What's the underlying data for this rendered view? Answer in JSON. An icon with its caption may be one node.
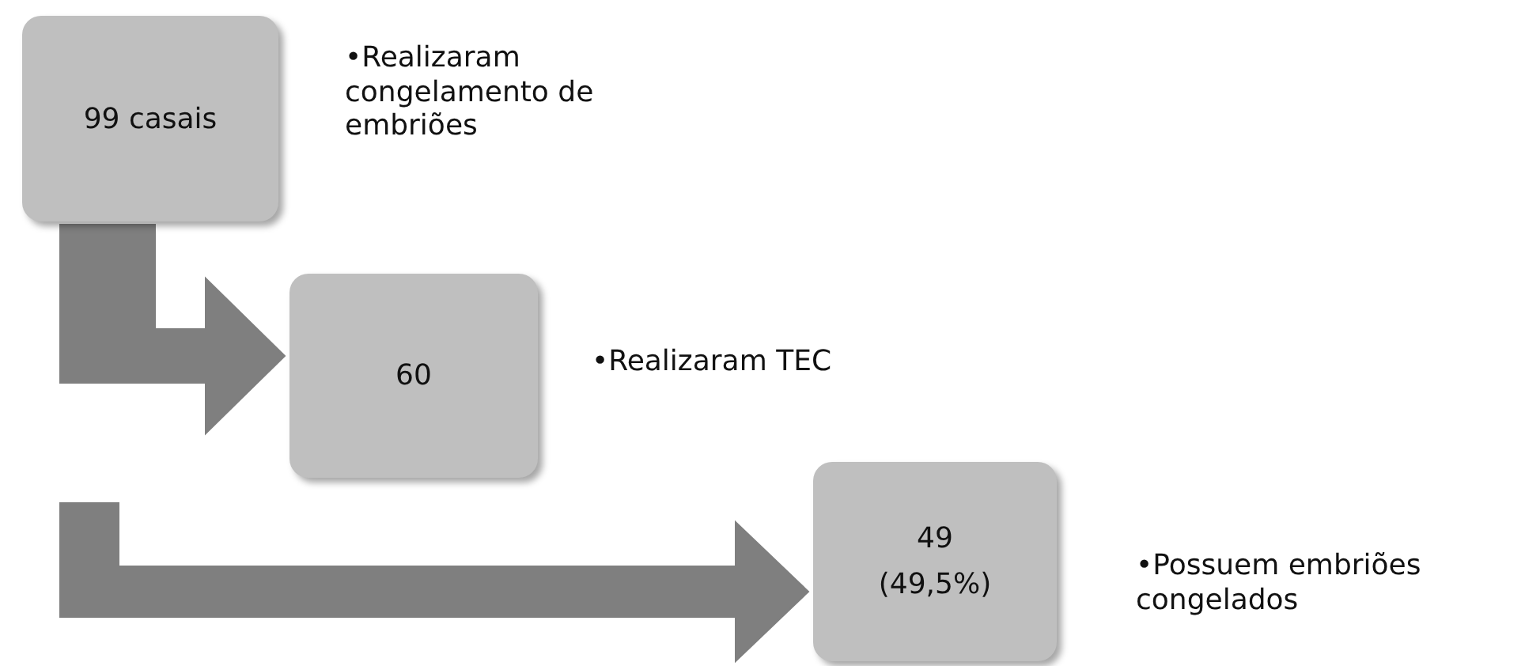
{
  "diagram": {
    "nodes": [
      {
        "text": [
          "99 casais"
        ],
        "beside": [
          "•Realizaram congelamento de embriões"
        ]
      },
      {
        "text": [
          "60"
        ],
        "beside": [
          "•Realizaram TEC"
        ]
      },
      {
        "text": [
          "49",
          "(49,5%)"
        ],
        "beside": [
          "•Possuem embriões congelados"
        ]
      }
    ],
    "edges": [
      {
        "from": 0,
        "to": 1,
        "arrow": "to",
        "style": "thick"
      },
      {
        "from": null,
        "to": 2,
        "arrow": "to",
        "style": "thick"
      }
    ]
  }
}
